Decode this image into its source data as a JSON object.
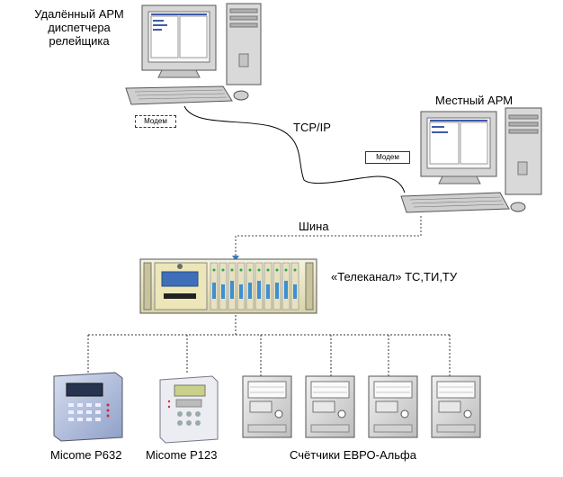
{
  "labels": {
    "remote_arm": [
      "Удалённый АРМ",
      "диспетчера",
      "релейщика"
    ],
    "local_arm": "Местный АРМ",
    "modem_remote": "Модем",
    "modem_local": "Модем",
    "tcpip": "TCP/IP",
    "bus": "Шина",
    "telecanal": "«Телеканал» ТС,ТИ,ТУ",
    "micom_p632": "Micome P632",
    "micom_p123": "Micome P123",
    "meters": "Счётчики ЕВРО-Альфа"
  },
  "colors": {
    "line": "#000000",
    "dashed": "#333333",
    "bus_line": "#555555",
    "monitor_body": "#d9d9d9",
    "screen": "#f4f4f4",
    "rack_face": "#f1efcf",
    "relay_blue": "#b8c4de",
    "relay_grey": "#e6e6ea",
    "meter_body": "#dedede"
  }
}
